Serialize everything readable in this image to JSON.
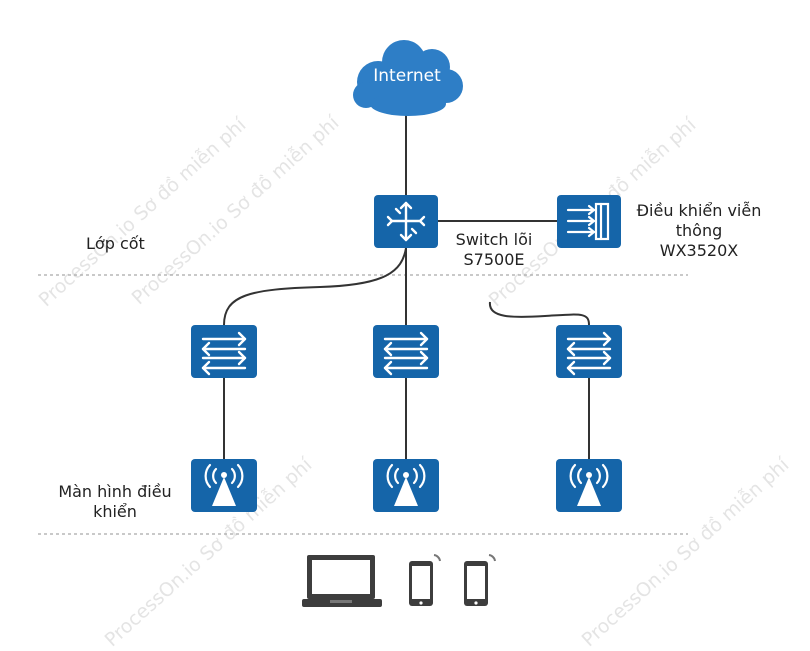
{
  "colors": {
    "device": "#1565a9",
    "cloud": "#2e7ec6",
    "line": "#333333",
    "divider": "#a9a9a9",
    "watermark": "#cfcfcf",
    "endpoint": "#3d3d3d"
  },
  "nodes": {
    "internet": {
      "label": "Internet",
      "icon": "cloud-icon"
    },
    "core_switch": {
      "label_line1": "Switch lõi",
      "label_line2": "S7500E",
      "icon": "router-icon"
    },
    "controller": {
      "label_line1": "Điều khiển viễn",
      "label_line2": "thông",
      "label_line3": "WX3520X",
      "icon": "wireless-controller-icon"
    },
    "access_switches": [
      {
        "icon": "switch-icon"
      },
      {
        "icon": "switch-icon"
      },
      {
        "icon": "switch-icon"
      }
    ],
    "access_points": [
      {
        "icon": "access-point-icon"
      },
      {
        "icon": "access-point-icon"
      },
      {
        "icon": "access-point-icon"
      }
    ],
    "endpoints": [
      {
        "icon": "laptop-icon"
      },
      {
        "icon": "phone-icon"
      },
      {
        "icon": "phone-icon"
      }
    ]
  },
  "layers": {
    "core": "Lớp cốt",
    "access_line1": "Màn hình điều",
    "access_line2": "khiển"
  },
  "watermarks": [
    "ProcessOn.io Sơ đồ miễn phí",
    "ProcessOn.io Sơ đồ miễn phí",
    "ProcessOn.io Sơ đồ miễn phí",
    "ProcessOn.io Sơ đồ miễn phí",
    "ProcessOn.io Sơ đồ miễn phí"
  ]
}
